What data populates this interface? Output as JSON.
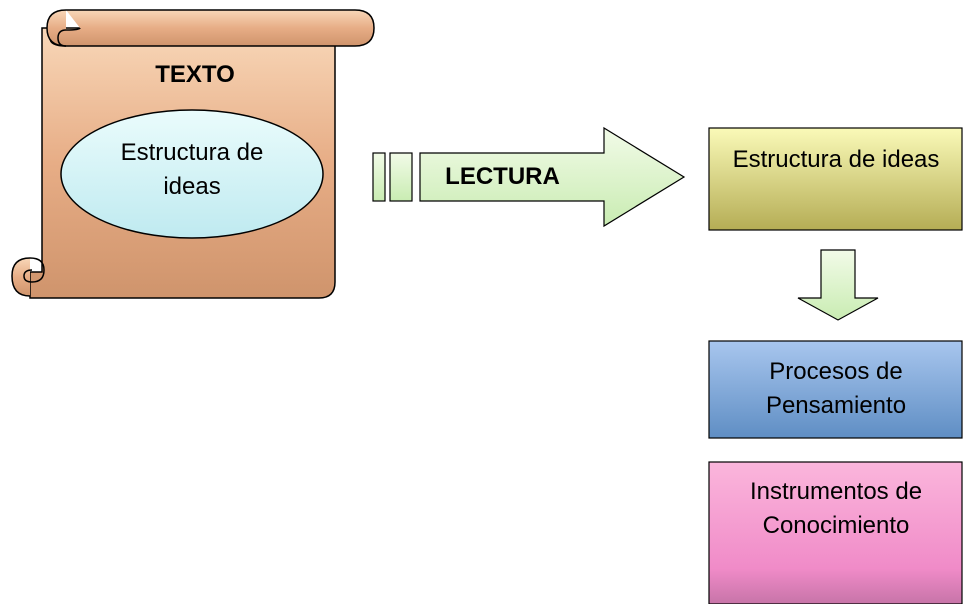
{
  "scroll": {
    "title": "TEXTO",
    "ellipse_text": "Estructura de ideas"
  },
  "arrow": {
    "label": "LECTURA"
  },
  "boxes": [
    {
      "text": "Estructura de ideas"
    },
    {
      "text": "Procesos de Pensamiento"
    },
    {
      "text": "Instrumentos de Conocimiento"
    }
  ]
}
